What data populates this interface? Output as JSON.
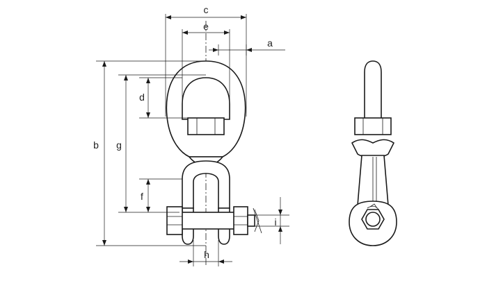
{
  "diagram": {
    "dimension_labels": {
      "a": "a",
      "b": "b",
      "c": "c",
      "d": "d",
      "e": "e",
      "f": "f",
      "g": "g",
      "h": "h",
      "i": "i"
    }
  }
}
